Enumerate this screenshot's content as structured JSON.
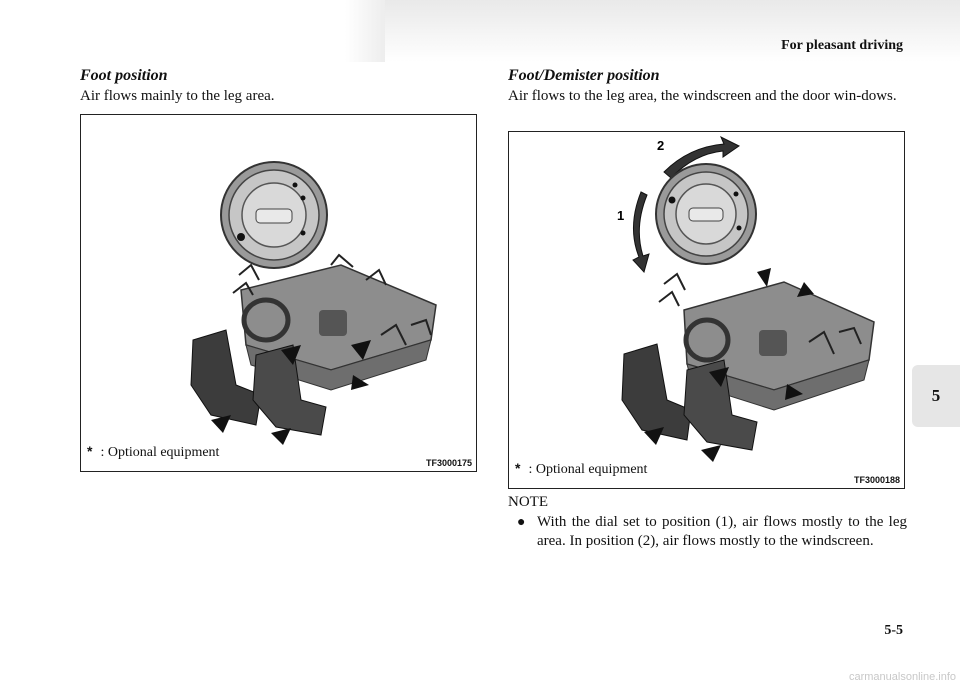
{
  "header": {
    "running_head": "For pleasant driving",
    "section_tab": "5"
  },
  "left": {
    "heading": "Foot position",
    "text": "Air flows mainly to the leg area.",
    "figure": {
      "star": "*",
      "legend": ": Optional equipment",
      "code": "TF3000175"
    }
  },
  "right": {
    "heading": "Foot/Demister position",
    "text": "Air flows to the leg area, the windscreen and the door win-dows.",
    "figure": {
      "star": "*",
      "legend": ": Optional equipment",
      "code": "TF3000188",
      "label_1": "1",
      "label_2": "2"
    }
  },
  "note": {
    "label": "NOTE",
    "bullet": "●",
    "text": "With the dial set to position (1), air flows mostly to the leg area. In position (2), air flows mostly to the windscreen."
  },
  "footer": {
    "page_number": "5-5",
    "watermark": "carmanualsonline.info"
  }
}
